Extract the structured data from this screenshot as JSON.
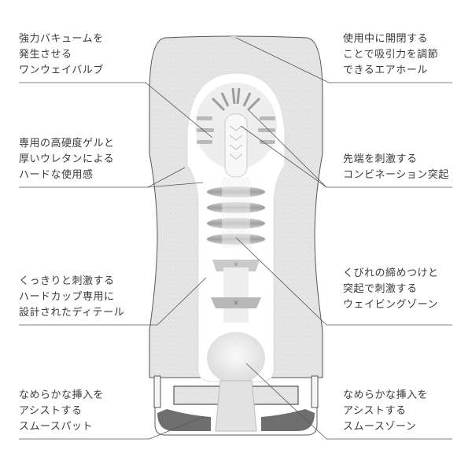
{
  "diagram": {
    "subject": "cross-section product diagram",
    "colors": {
      "shell": "#e6e6e6",
      "outline": "#555555",
      "leader_line": "#555555",
      "inner": "#f2f2f2",
      "ridge": "#b5b5b5"
    }
  },
  "callouts": {
    "top_left": {
      "lines": [
        "強力バキュームを",
        "発生させる",
        "ワンウェイバルブ"
      ]
    },
    "top_right": {
      "lines": [
        "使用中に開閉する",
        "ことで吸引力を調節",
        "できるエアホール"
      ]
    },
    "mid_left_1": {
      "lines": [
        "専用の高硬度ゲルと",
        "厚いウレタンによる",
        "ハードな使用感"
      ]
    },
    "mid_right_1": {
      "lines": [
        "先端を刺激する",
        "コンビネーション突起"
      ]
    },
    "mid_left_2": {
      "lines": [
        "くっきりと刺激する",
        "ハードカップ専用に",
        "設計されたディテール"
      ]
    },
    "mid_right_2": {
      "lines": [
        "くびれの締めつけと",
        "突起で刺激する",
        "ウェイビングゾーン"
      ]
    },
    "bottom_left": {
      "lines": [
        "なめらかな挿入を",
        "アシストする",
        "スムースパット"
      ]
    },
    "bottom_right": {
      "lines": [
        "なめらかな挿入を",
        "アシストする",
        "スムースゾーン"
      ]
    }
  }
}
